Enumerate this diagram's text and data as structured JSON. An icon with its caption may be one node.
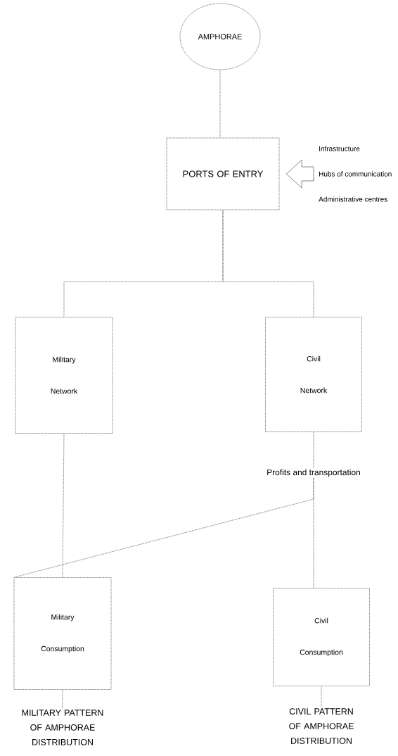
{
  "diagram": {
    "nodes": [
      {
        "text": [
          "AMPHORAE"
        ]
      },
      {
        "text": [
          "PORTS OF ENTRY"
        ]
      },
      {
        "text": [
          "Infrastructure",
          "Hubs of communication",
          "Administrative centres"
        ]
      },
      {
        "text": [
          "Military Network"
        ]
      },
      {
        "text": [
          "Civil Network"
        ]
      },
      {
        "text": [
          "Profits and transportation"
        ]
      },
      {
        "text": [
          "Military Consumption"
        ]
      },
      {
        "text": [
          "Civil Consumption"
        ]
      },
      {
        "text": [
          "MILITARY PATTERN OF AMPHORAE DISTRIBUTION"
        ]
      },
      {
        "text": [
          "CIVIL PATTERN OF AMPHORAE DISTRIBUTION"
        ]
      }
    ],
    "edges": [
      {
        "from": 0,
        "to": 1,
        "arrow": "none"
      },
      {
        "from": 2,
        "to": 1,
        "arrow": "to"
      },
      {
        "from": 1,
        "to": 3,
        "arrow": "none"
      },
      {
        "from": 1,
        "to": 4,
        "arrow": "none"
      },
      {
        "from": 3,
        "to": 6,
        "arrow": "none"
      },
      {
        "from": 4,
        "to": 5,
        "arrow": "none"
      },
      {
        "from": 5,
        "to": 6,
        "arrow": "none"
      },
      {
        "from": 5,
        "to": 7,
        "arrow": "none"
      },
      {
        "from": 6,
        "to": 8,
        "arrow": "none"
      },
      {
        "from": 7,
        "to": 9,
        "arrow": "none"
      }
    ]
  }
}
